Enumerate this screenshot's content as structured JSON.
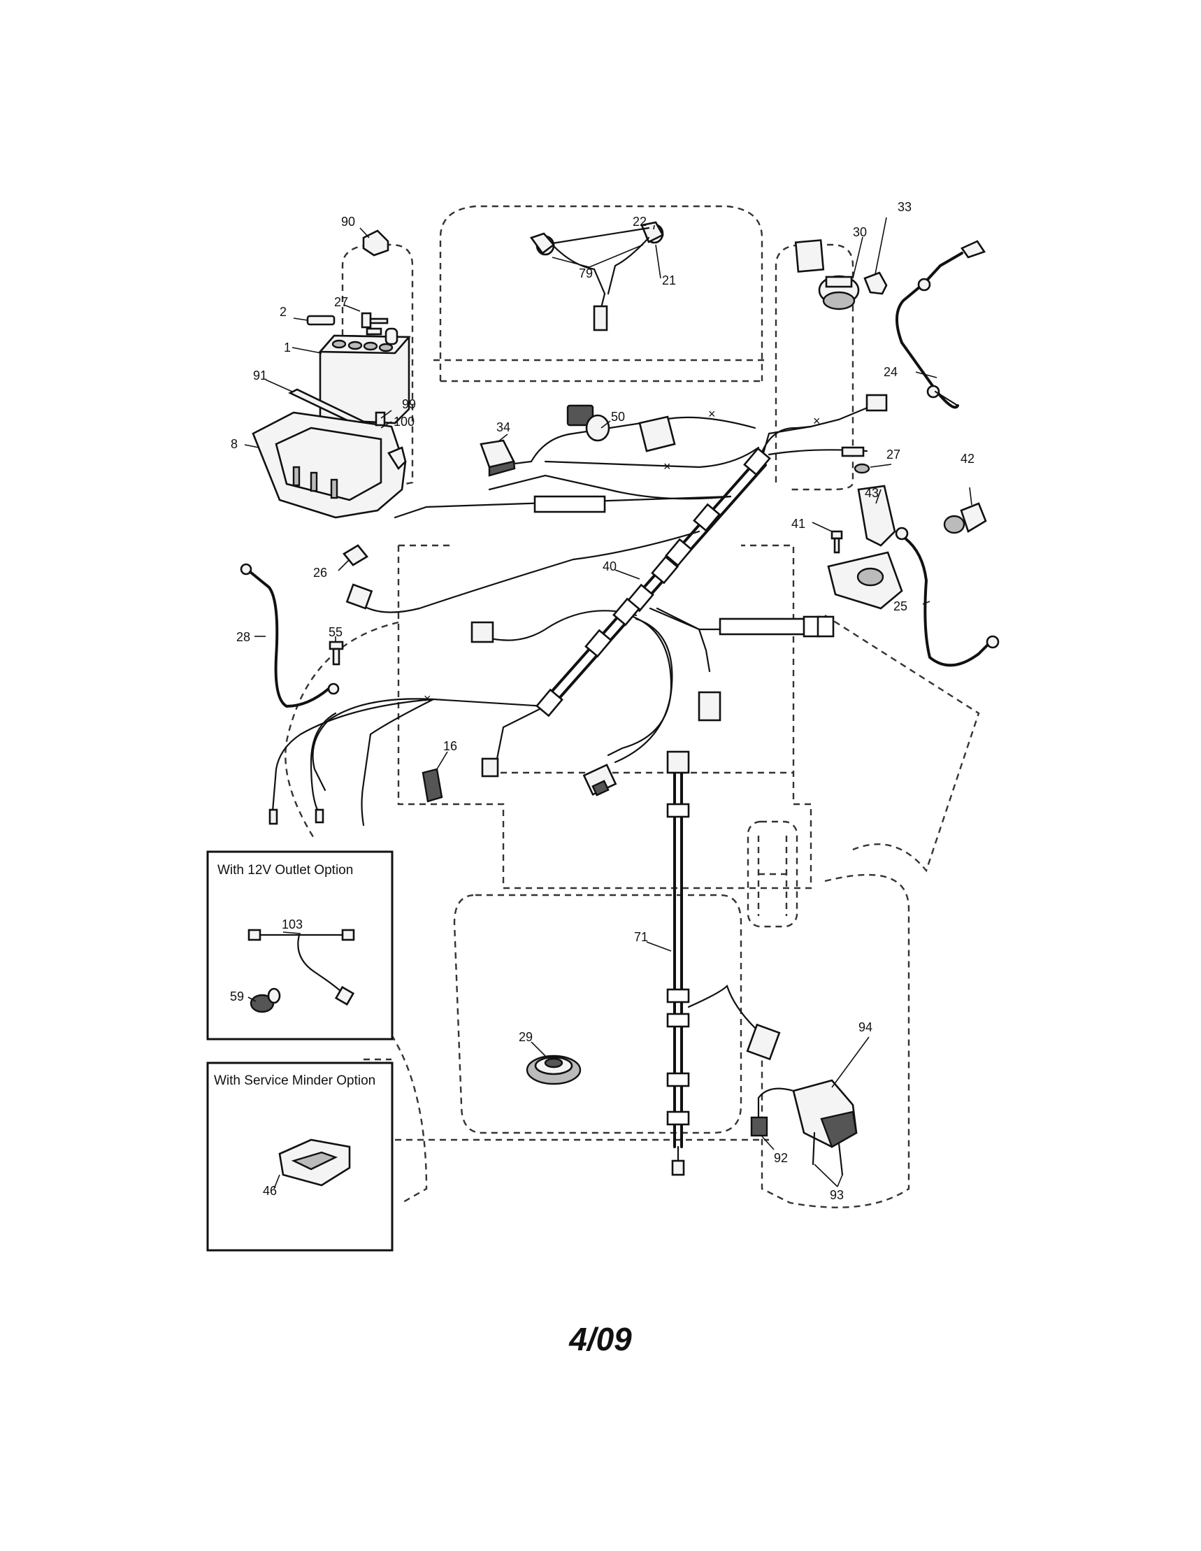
{
  "callouts": {
    "c1": "1",
    "c2": "2",
    "c8": "8",
    "c16": "16",
    "c21": "21",
    "c22": "22",
    "c24": "24",
    "c25": "25",
    "c26": "26",
    "c27a": "27",
    "c27b": "27",
    "c28": "28",
    "c29": "29",
    "c30": "30",
    "c33": "33",
    "c34": "34",
    "c40": "40",
    "c41": "41",
    "c42": "42",
    "c43": "43",
    "c46": "46",
    "c50": "50",
    "c55": "55",
    "c59": "59",
    "c71": "71",
    "c79": "79",
    "c90": "90",
    "c91": "91",
    "c92": "92",
    "c93": "93",
    "c94": "94",
    "c99": "99",
    "c100": "100",
    "c103": "103"
  },
  "option_boxes": {
    "outlet_title": "With 12V Outlet Option",
    "minder_title": "With Service Minder Option"
  },
  "footer": {
    "date_code": "4/09"
  }
}
